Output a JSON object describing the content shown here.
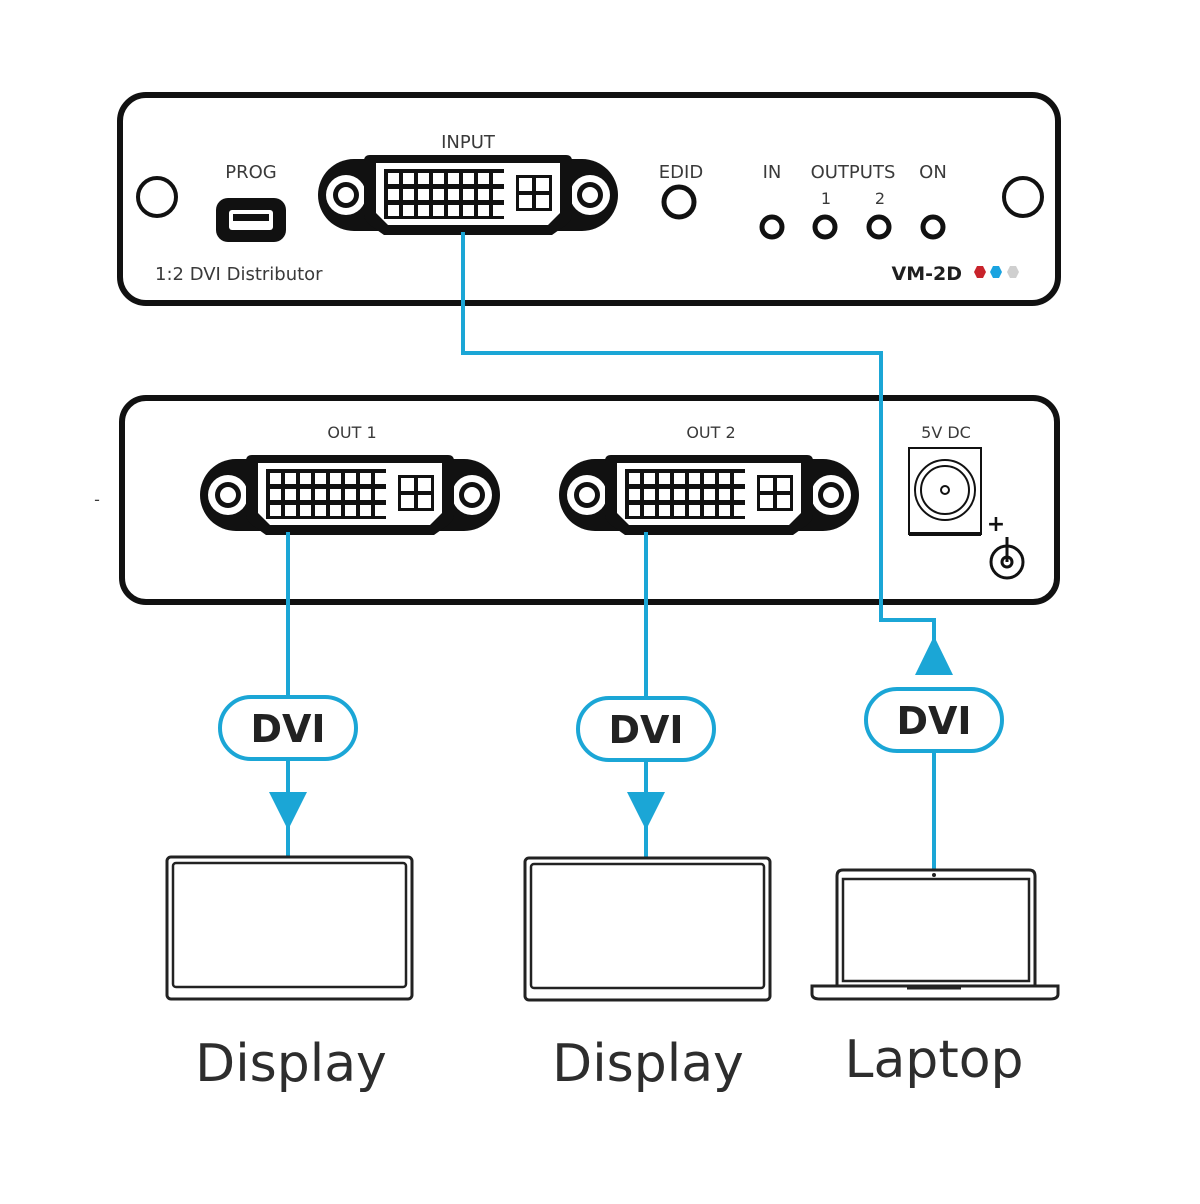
{
  "colors": {
    "cable": "#1ba6d6",
    "outline": "#111111",
    "text": "#3a3a3a",
    "brand_dots": [
      "#c8232b",
      "#1aa3e0",
      "#cfcfcf"
    ]
  },
  "front_panel": {
    "prog_label": "PROG",
    "input_label": "INPUT",
    "edid_label": "EDID",
    "in_label": "IN",
    "outputs_label": "OUTPUTS",
    "output_1_label": "1",
    "output_2_label": "2",
    "on_label": "ON",
    "description": "1:2 DVI Distributor",
    "model": "VM-2D"
  },
  "rear_panel": {
    "out1_label": "OUT 1",
    "out2_label": "OUT 2",
    "power_label": "5V DC",
    "polarity_plus": "+",
    "polarity_minus": "-"
  },
  "connections": [
    {
      "cable_label": "DVI",
      "direction": "down",
      "device": "Display"
    },
    {
      "cable_label": "DVI",
      "direction": "down",
      "device": "Display"
    },
    {
      "cable_label": "DVI",
      "direction": "up",
      "device": "Laptop"
    }
  ]
}
